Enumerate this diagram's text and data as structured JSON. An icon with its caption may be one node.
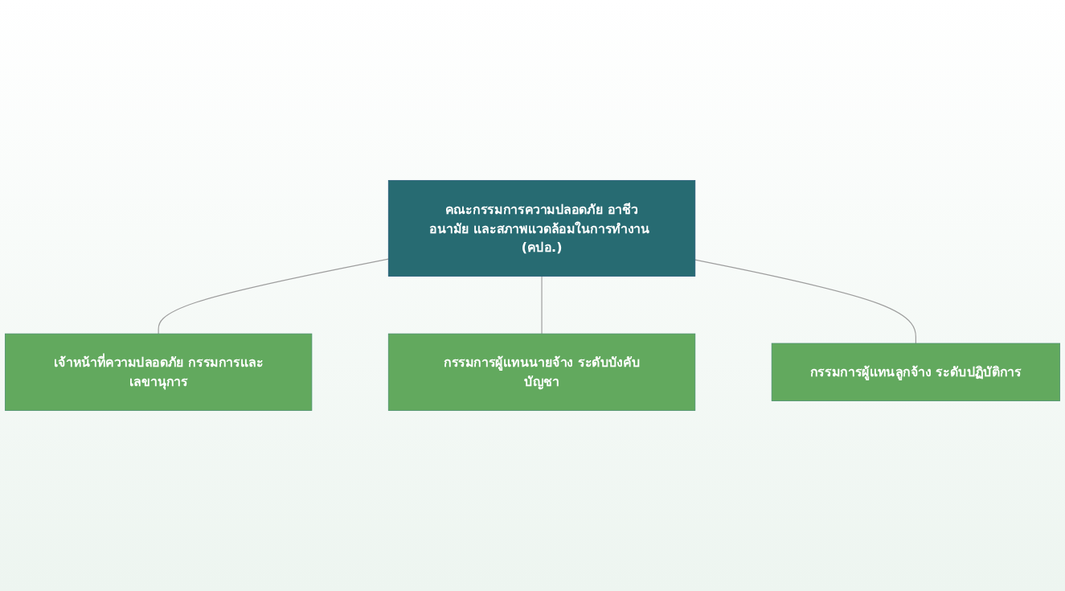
{
  "diagram": {
    "nodes": [
      {
        "text": [
          "คณะกรรมการความปลอดภัย อาชีวอนามัย และสภาพแวดล้อมในการทำงาน (คปอ.)"
        ]
      },
      {
        "text": [
          "เจ้าหน้าที่ความปลอดภัย กรรมการและเลขานุการ"
        ]
      },
      {
        "text": [
          "กรรมการผู้แทนนายจ้าง ระดับบังคับบัญชา"
        ]
      },
      {
        "text": [
          "กรรมการผู้แทนลูกจ้าง ระดับปฏิบัติการ"
        ]
      }
    ],
    "edges": [
      {
        "from": 0,
        "to": 1,
        "arrow": "none"
      },
      {
        "from": 0,
        "to": 2,
        "arrow": "none"
      },
      {
        "from": 0,
        "to": 3,
        "arrow": "none"
      }
    ]
  }
}
